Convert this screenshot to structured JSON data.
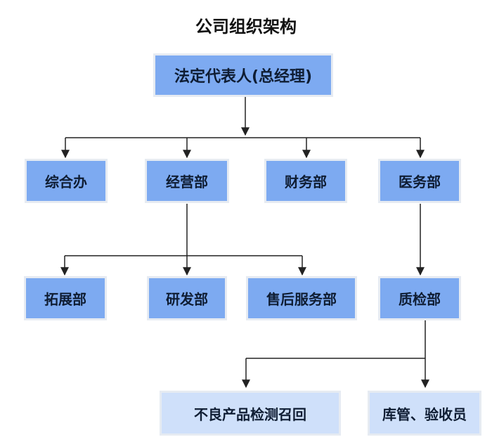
{
  "title": "公司组织架构",
  "nodes": {
    "ceo": "法定代表人(总经理)",
    "admin": "综合办",
    "operations": "经营部",
    "finance": "财务部",
    "medical": "医务部",
    "expansion": "拓展部",
    "rnd": "研发部",
    "aftersales": "售后服务部",
    "qc": "质检部",
    "recall": "不良产品检测召回",
    "warehouse": "库管、验收员"
  },
  "colors": {
    "box_dark": "#7daaf1",
    "box_light": "#cfe0fa",
    "line": "#222222"
  }
}
